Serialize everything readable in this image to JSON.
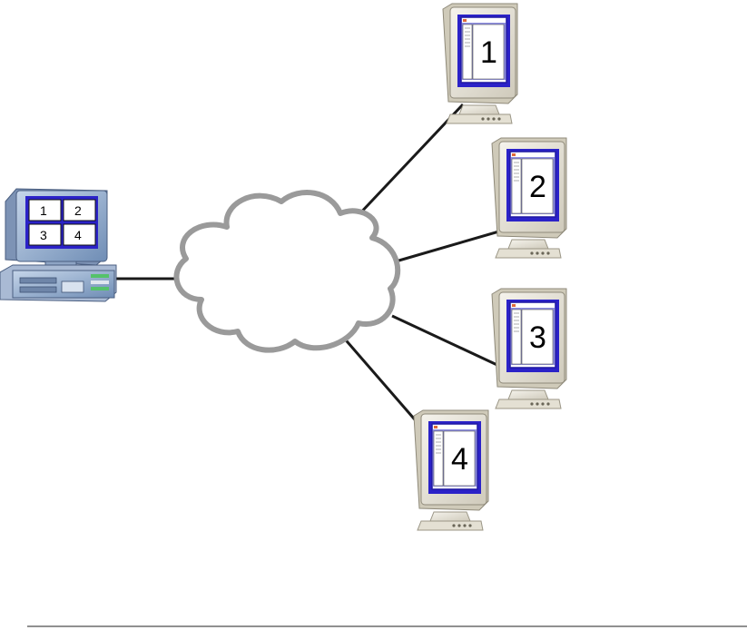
{
  "viewer": {
    "panes": [
      "1",
      "2",
      "3",
      "4"
    ]
  },
  "clients": [
    {
      "label": "1"
    },
    {
      "label": "2"
    },
    {
      "label": "3"
    },
    {
      "label": "4"
    }
  ],
  "colors": {
    "screen_blue": "#2b22c8",
    "window_frame": "#8f8fe0",
    "window_body": "#ffffff",
    "monitor_beige": "#e9e6dc",
    "cloud_stroke": "#9a9a9a",
    "link_line": "#1a1a1a",
    "viewer_monitor": "#8fa8c8"
  }
}
